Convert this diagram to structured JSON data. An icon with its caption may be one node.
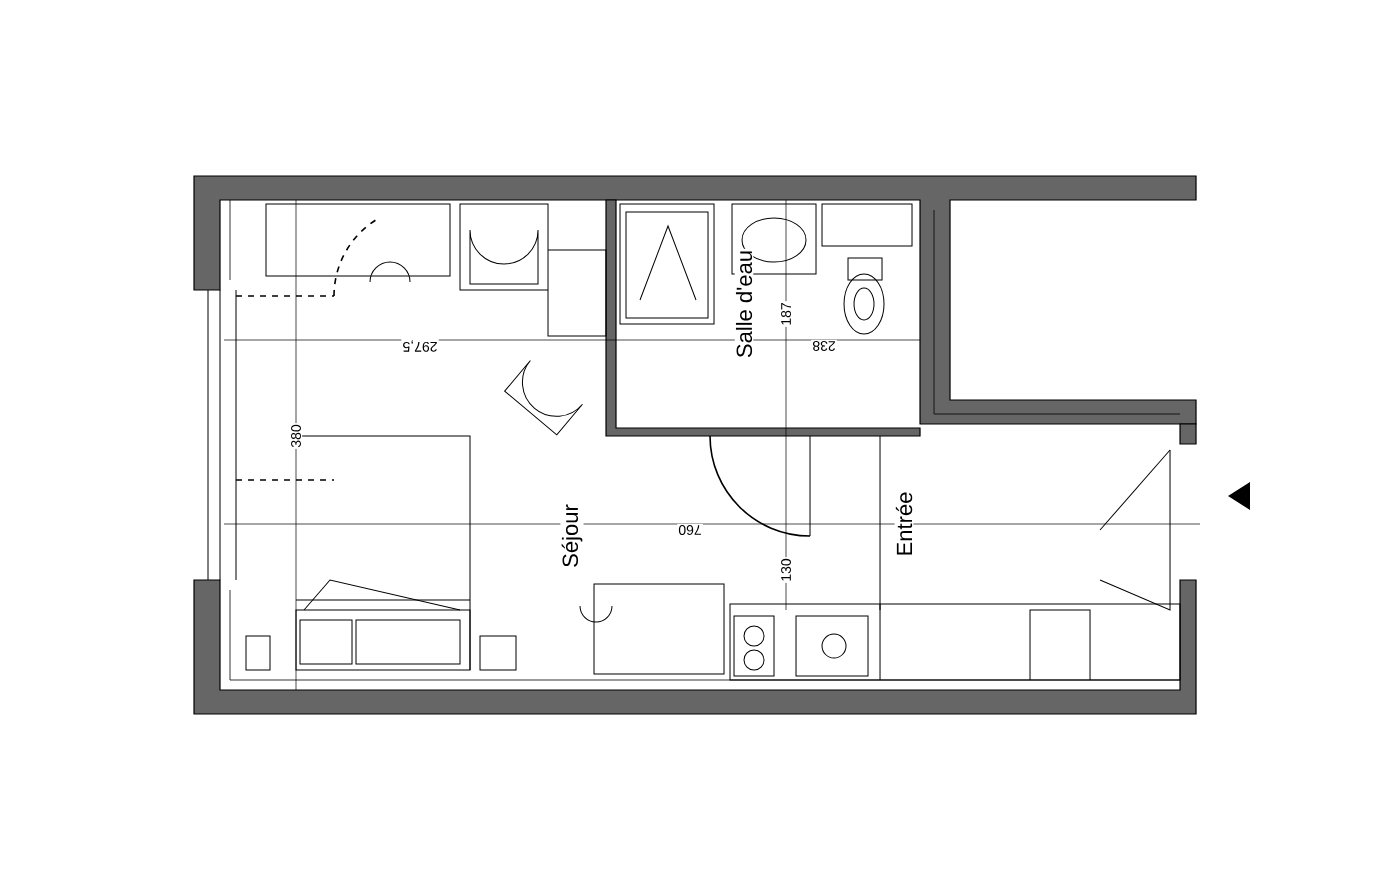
{
  "diagram": {
    "labels": [
      "297,5",
      "380",
      "Séjour",
      "760",
      "130",
      "Salle d'eau",
      "187",
      "238",
      "Entrée"
    ]
  }
}
